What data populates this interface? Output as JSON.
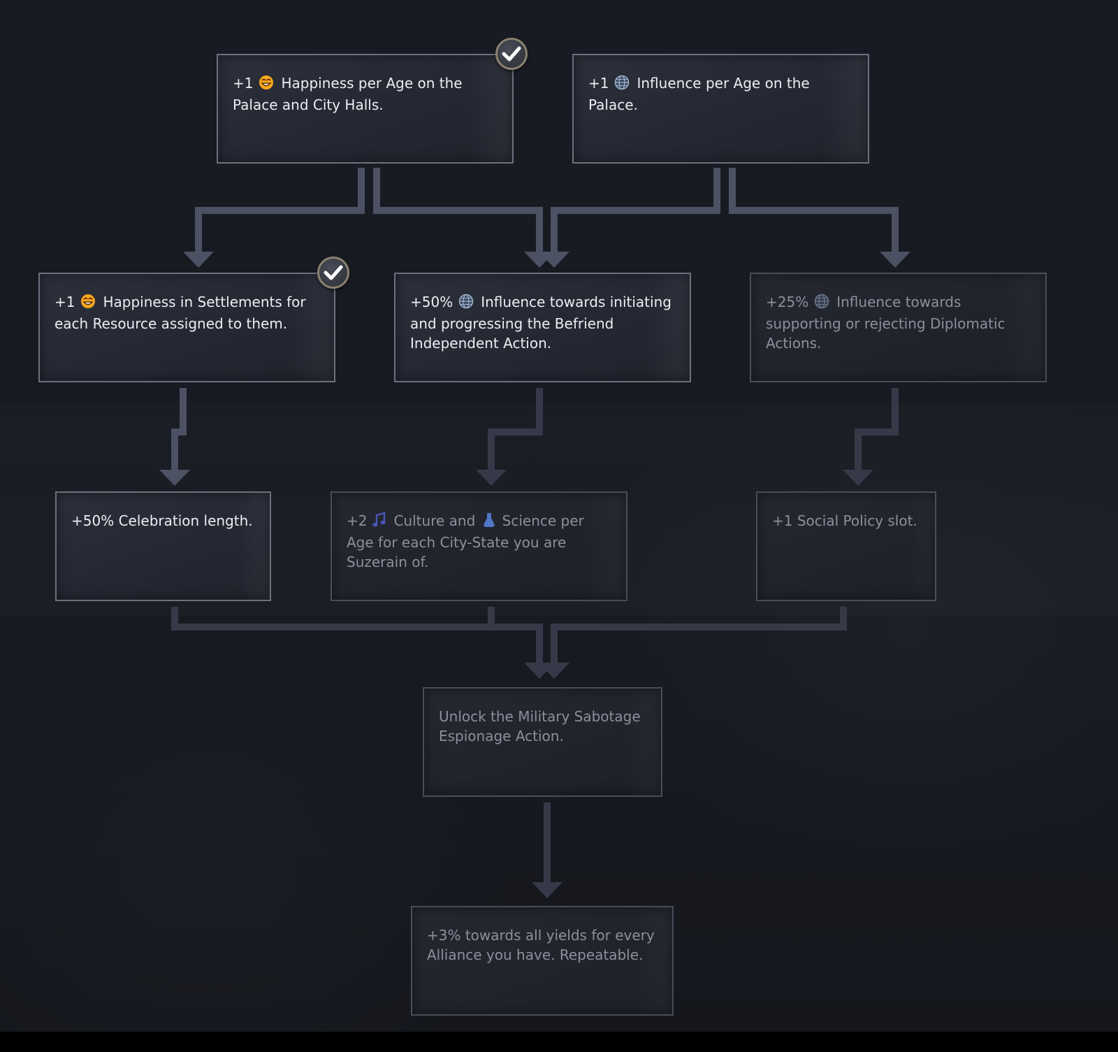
{
  "tree": {
    "nodes": [
      {
        "id": "n1",
        "prefix": "+1",
        "icon": "happiness-icon",
        "text": "Happiness per Age on the Palace and City Halls.",
        "status": "completed"
      },
      {
        "id": "n2",
        "prefix": "+1",
        "icon": "influence-icon",
        "text": "Influence per Age on the Palace.",
        "status": "available"
      },
      {
        "id": "n3",
        "prefix": "+1",
        "icon": "happiness-icon",
        "text": "Happiness in Settlements for each Resource assigned to them.",
        "status": "completed"
      },
      {
        "id": "n4",
        "prefix": "+50%",
        "icon": "influence-icon",
        "text": "Influence towards initiating and progressing the Befriend Independent Action.",
        "status": "available"
      },
      {
        "id": "n5",
        "prefix": "+25%",
        "icon": "influence-icon",
        "text": "Influence towards supporting or rejecting Diplomatic Actions.",
        "status": "locked"
      },
      {
        "id": "n6",
        "text": "+50% Celebration length.",
        "status": "available"
      },
      {
        "id": "n7",
        "prefix": "+2",
        "icon": "culture-icon",
        "text_a": "Culture and",
        "icon_b": "science-icon",
        "text_b": "Science per Age for each City-State you are Suzerain of.",
        "status": "locked"
      },
      {
        "id": "n8",
        "text": "+1 Social Policy slot.",
        "status": "locked"
      },
      {
        "id": "n9",
        "text": "Unlock the Military Sabotage Espionage Action.",
        "status": "locked"
      },
      {
        "id": "n10",
        "text": "+3% towards all yields for every Alliance you have. Repeatable.",
        "status": "locked"
      }
    ]
  },
  "colors": {
    "background": "#181b23",
    "connector": "#4c5164",
    "connector_dim": "#363a48",
    "node_border": "#6c7080",
    "node_border_locked": "#4a4d5a",
    "happiness": "#f6a81c",
    "influence": "#9fb2c8",
    "culture": "#4a56b8",
    "science": "#4f77c7",
    "check_ring": "#8a8070"
  }
}
